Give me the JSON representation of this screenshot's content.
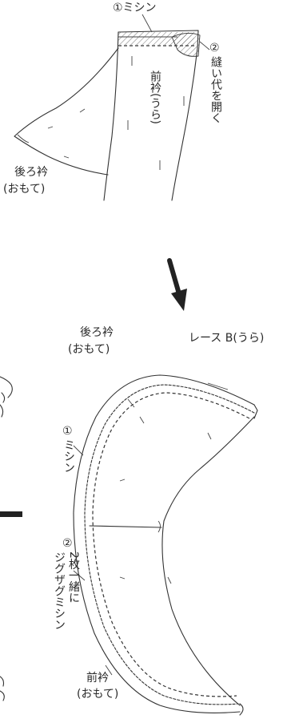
{
  "top_figure": {
    "label_mishin": "①ミシン",
    "label_seam_step": "②",
    "label_seam_open": "縫い代を開く",
    "label_front_collar": "前衿(うら)",
    "label_back_collar_1": "後ろ衿",
    "label_back_collar_2": "(おもて)"
  },
  "bottom_figure": {
    "label_back_collar_1": "後ろ衿",
    "label_back_collar_2": "(おもて)",
    "label_lace": "レース B(うら)",
    "label_step1": "①",
    "label_step1_text": "ミシン",
    "label_step2": "②",
    "label_step2_line1": "2枚一緒に",
    "label_step2_line2": "ジグザグミシン",
    "label_front_collar_1": "前衿",
    "label_front_collar_2": "(おもて)"
  },
  "colors": {
    "line": "#333333",
    "background": "#ffffff",
    "arrow": "#222222"
  }
}
